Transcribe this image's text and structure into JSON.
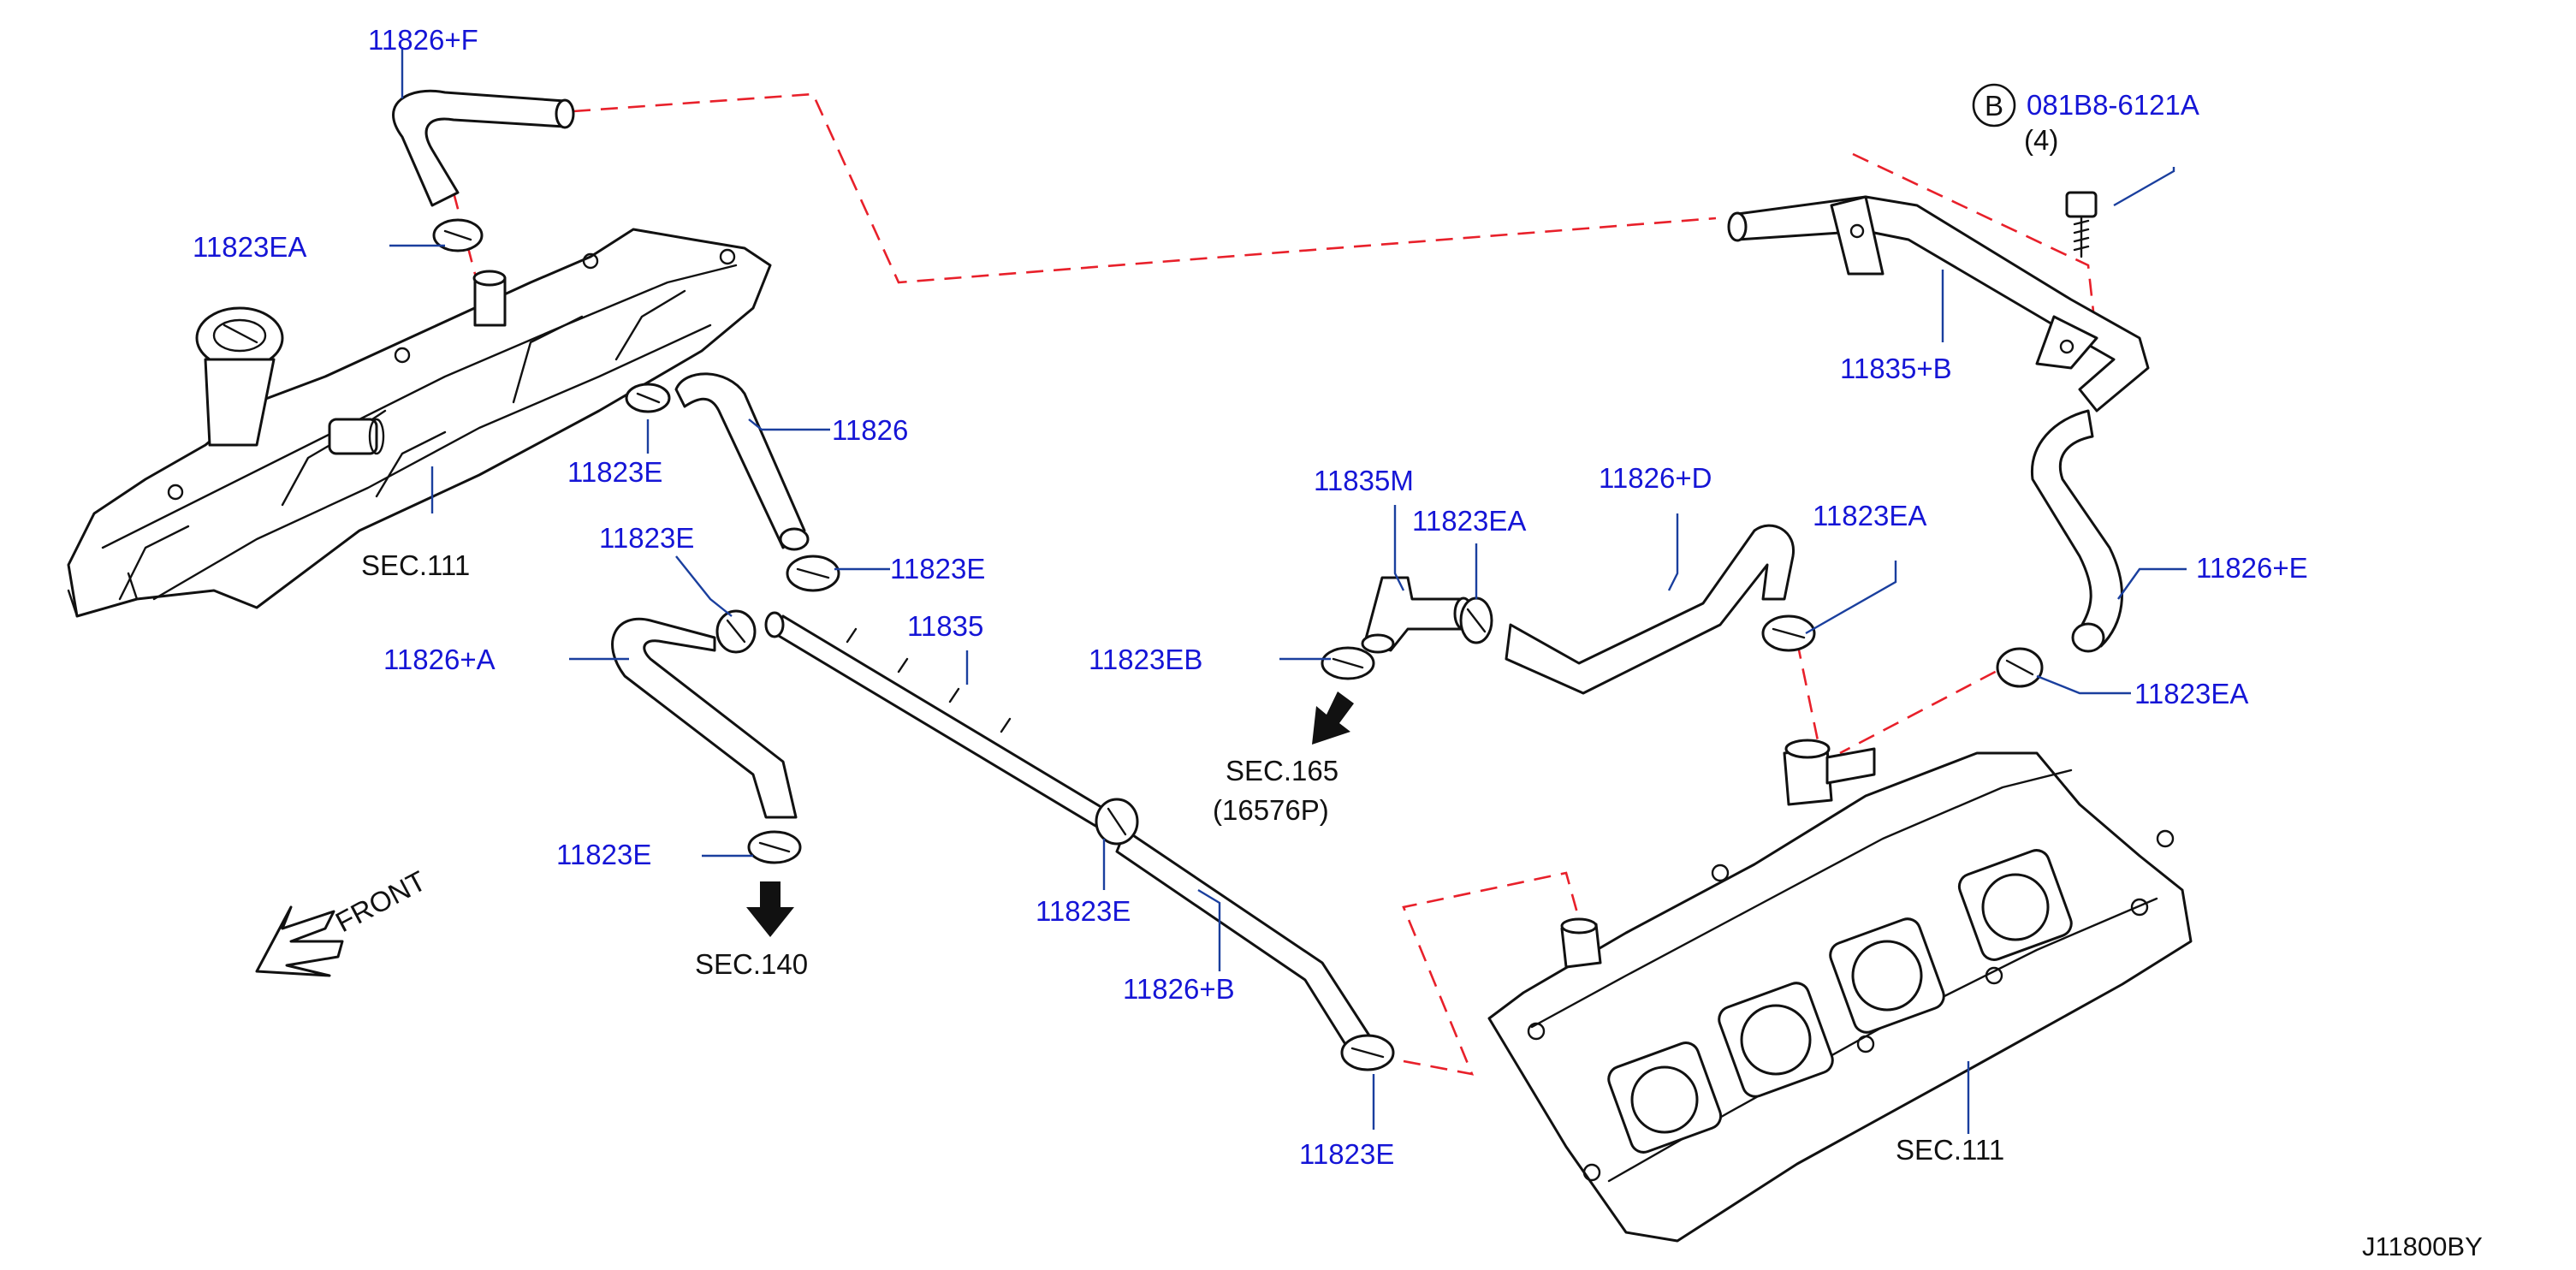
{
  "labels": {
    "p11826F": "11826+F",
    "p11823EA_1": "11823EA",
    "p11826": "11826",
    "p11823E_1": "11823E",
    "sec111_left": "SEC.111",
    "p11823E_2": "11823E",
    "p11823E_3": "11823E",
    "p11826A": "11826+A",
    "p11835": "11835",
    "p11823E_4": "11823E",
    "sec140": "SEC.140",
    "p11823E_5": "11823E",
    "p11826B": "11826+B",
    "p11823E_6": "11823E",
    "p11835M": "11835M",
    "p11823EA_2": "11823EA",
    "p11826D": "11826+D",
    "p11823EA_3": "11823EA",
    "p11823EB": "11823EB",
    "sec165": "SEC.165",
    "sec165_sub": "(16576P)",
    "bolt_marker": "B",
    "bolt_part": "081B8-6121A",
    "bolt_qty": "(4)",
    "p11835B": "11835+B",
    "p11826E": "11826+E",
    "p11823EA_4": "11823EA",
    "sec111_right": "SEC.111",
    "front": "FRONT",
    "diagram_code": "J11800BY"
  },
  "colors": {
    "callout": "#1515d6",
    "leader": "#1a3f9e",
    "connection_dash": "#e8202a",
    "line_art": "#111111"
  }
}
